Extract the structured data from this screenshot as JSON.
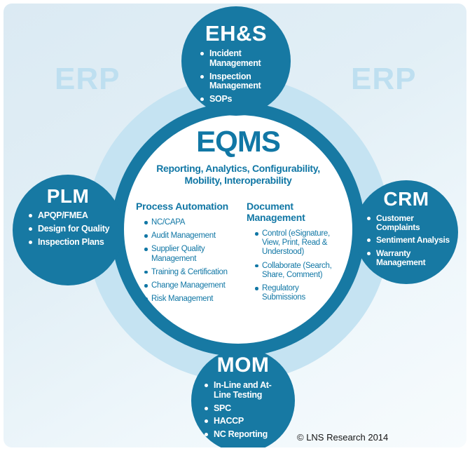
{
  "title": "EQMS",
  "subtitle": "Reporting, Analytics, Configurability, Mobility, Interoperability",
  "watermarks": {
    "left": "ERP",
    "right": "ERP"
  },
  "core": {
    "columns": [
      {
        "header": "Process Automation",
        "items": [
          "NC/CAPA",
          "Audit Management",
          "Supplier Quality Management",
          "Training & Certification",
          "Change Management",
          "Risk Management"
        ]
      },
      {
        "header": "Document Management",
        "items": [
          "Control (eSignature, View, Print, Read & Understood)",
          "Collaborate (Search, Share, Comment)",
          "Regulatory Submissions"
        ]
      }
    ]
  },
  "satellites": [
    {
      "id": "ehs",
      "title": "EH&S",
      "items": [
        "Incident Management",
        "Inspection Management",
        "SOPs"
      ]
    },
    {
      "id": "plm",
      "title": "PLM",
      "items": [
        "APQP/FMEA",
        "Design for Quality",
        "Inspection Plans"
      ]
    },
    {
      "id": "crm",
      "title": "CRM",
      "items": [
        "Customer Complaints",
        "Sentiment Analysis",
        "Warranty Management"
      ]
    },
    {
      "id": "mom",
      "title": "MOM",
      "items": [
        "In-Line and At-Line Testing",
        "SPC",
        "HACCP",
        "NC Reporting"
      ]
    }
  ],
  "footer": {
    "copyright": "© LNS Research 2014"
  },
  "colors": {
    "teal": "#1779a3",
    "band_light_blue": "#c5e3f2",
    "background_top": "#dbeaf3",
    "background_bottom": "#f7fbfd",
    "watermark_blue": "#bedff0",
    "core_fill": "#ffffff",
    "satellite_text": "#ffffff"
  }
}
